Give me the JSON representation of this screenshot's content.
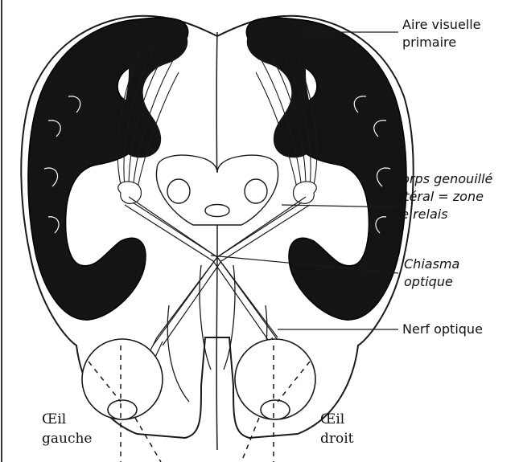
{
  "labels": {
    "aire_visuelle_1": "Aire visuelle",
    "aire_visuelle_2": "primaire",
    "corps_genouille_1": "Corps genouillé",
    "corps_genouille_2": "latéral = zone",
    "corps_genouille_3": "de relais",
    "chiasma_1": "Chiasma",
    "chiasma_2": "optique",
    "nerf_optique": "Nerf optique",
    "oeil_gauche_1": "Œil",
    "oeil_gauche_2": "gauche",
    "oeil_droit_1": "Œil",
    "oeil_droit_2": "droit"
  },
  "colors": {
    "cortex": "#141414",
    "outline": "#1a1a1a",
    "background": "#ffffff"
  }
}
